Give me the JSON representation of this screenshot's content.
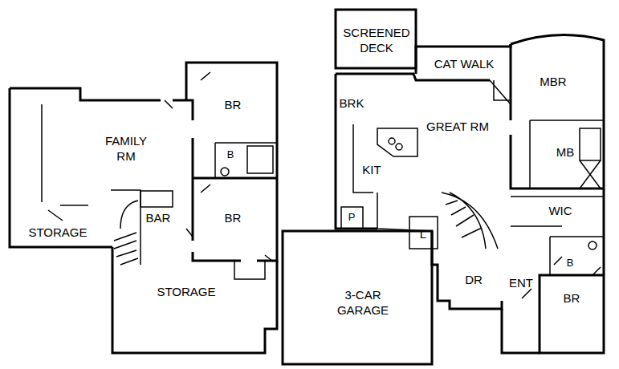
{
  "diagram": {
    "labels": [
      "FAMILY RM",
      "BR",
      "B",
      "STORAGE",
      "BAR",
      "BR",
      "STORAGE",
      "SCREENED DECK",
      "CAT WALK",
      "MBR",
      "BRK",
      "GREAT RM",
      "MB",
      "KIT",
      "P",
      "WIC",
      "L",
      "B",
      "DR",
      "ENT",
      "3-CAR GARAGE",
      "BR"
    ]
  }
}
